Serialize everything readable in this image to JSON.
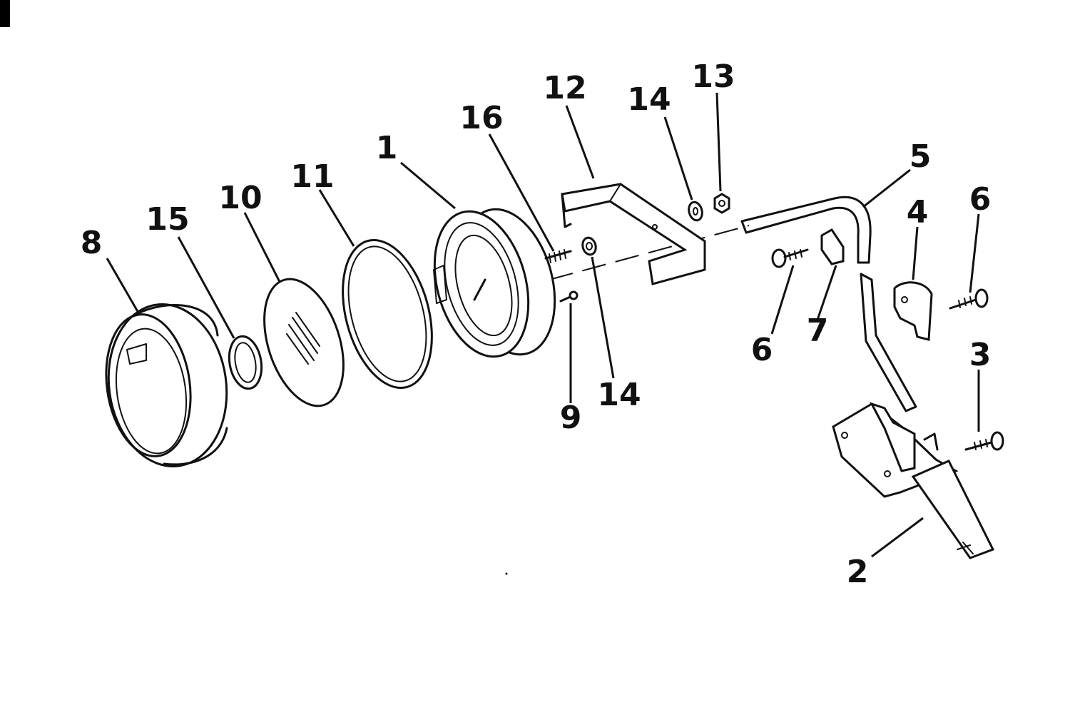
{
  "callouts": [
    {
      "id": "callout-1",
      "text": "1"
    },
    {
      "id": "callout-2",
      "text": "2"
    },
    {
      "id": "callout-3",
      "text": "3"
    },
    {
      "id": "callout-4",
      "text": "4"
    },
    {
      "id": "callout-5",
      "text": "5"
    },
    {
      "id": "callout-6a",
      "text": "6"
    },
    {
      "id": "callout-6b",
      "text": "6"
    },
    {
      "id": "callout-7",
      "text": "7"
    },
    {
      "id": "callout-8",
      "text": "8"
    },
    {
      "id": "callout-9",
      "text": "9"
    },
    {
      "id": "callout-10",
      "text": "10"
    },
    {
      "id": "callout-11",
      "text": "11"
    },
    {
      "id": "callout-12",
      "text": "12"
    },
    {
      "id": "callout-13",
      "text": "13"
    },
    {
      "id": "callout-14a",
      "text": "14"
    },
    {
      "id": "callout-14b",
      "text": "14"
    },
    {
      "id": "callout-15",
      "text": "15"
    },
    {
      "id": "callout-16",
      "text": "16"
    }
  ]
}
